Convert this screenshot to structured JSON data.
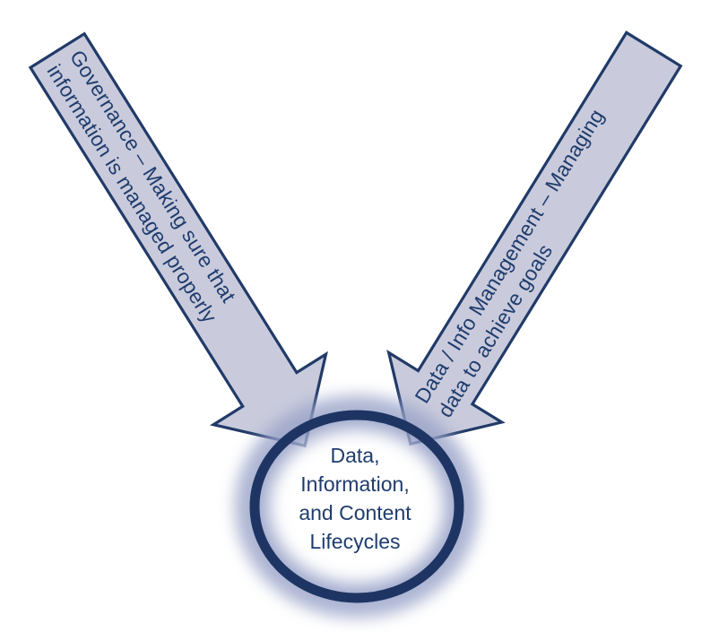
{
  "diagram": {
    "colors": {
      "background": "#ffffff",
      "arrow_fill": "#c9cbdc",
      "arrow_border": "#213a68",
      "ring": "#1e3564",
      "glow": "#98a2c8",
      "label_text": "#1f3c6d"
    },
    "governance_arrow": {
      "line1": "Governance – Making sure that",
      "line2": "information is managed properly"
    },
    "management_arrow": {
      "line1": "Data / Info Management – Managing",
      "line2": "data to achieve goals"
    },
    "lifecycle_circle": {
      "line1": "Data,",
      "line2": "Information,",
      "line3": "and Content",
      "line4": "Lifecycles"
    }
  }
}
